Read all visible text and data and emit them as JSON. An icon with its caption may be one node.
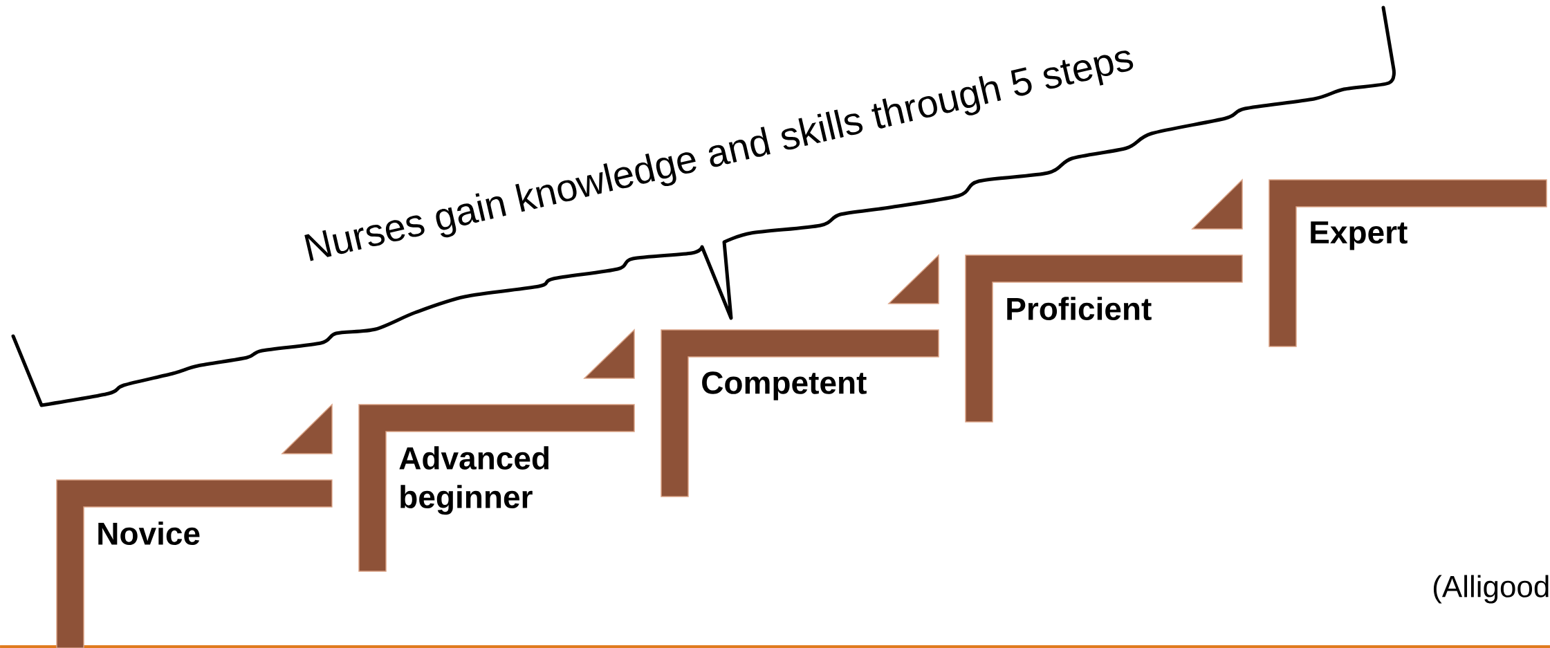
{
  "diagram": {
    "title": "Nurses gain knowledge and skills through 5 steps",
    "nodes": [
      {
        "text": [
          "Novice"
        ]
      },
      {
        "text": [
          "Advanced beginner"
        ]
      },
      {
        "text": [
          "Competent"
        ]
      },
      {
        "text": [
          "Proficient"
        ]
      },
      {
        "text": [
          "Expert"
        ]
      }
    ],
    "labels": [
      "(Alligood"
    ]
  }
}
